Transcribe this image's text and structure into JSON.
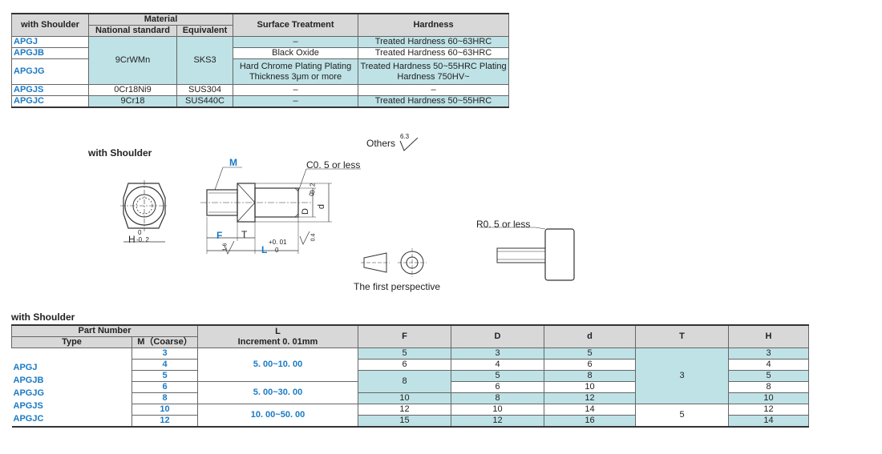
{
  "material_table": {
    "headers": {
      "type": "with Shoulder",
      "material": "Material",
      "national_standard": "National standard",
      "equivalent": "Equivalent",
      "surface_treatment": "Surface Treatment",
      "hardness": "Hardness"
    },
    "rows": [
      {
        "type": "APGJ",
        "surface": "–",
        "hardness": "Treated Hardness  60~63HRC"
      },
      {
        "type": "APGJB",
        "surface": "Black Oxide",
        "hardness": "Treated Hardness  60~63HRC"
      },
      {
        "type": "APGJG",
        "surface": "Hard Chrome Plating Plating Thickness 3μm or more",
        "hardness": "Treated Hardness  50~55HRC Plating Hardness  750HV~"
      },
      {
        "type": "APGJS",
        "national": "0Cr18Ni9",
        "equivalent": "SUS304",
        "surface": "–",
        "hardness": "–"
      },
      {
        "type": "APGJC",
        "national": "9Cr18",
        "equivalent": "SUS440C",
        "surface": "–",
        "hardness": "Treated Hardness  50~55HRC"
      }
    ],
    "shared_national": "9CrWMn",
    "shared_equivalent": "SKS3"
  },
  "drawing": {
    "title": "with Shoulder",
    "others_label": "Others",
    "others_roughness": "6.3",
    "label_m": "M",
    "chamfer": "C0. 5 or less",
    "radius": "R0. 5 or less",
    "label_f": "F",
    "label_t": "T",
    "label_l": "L",
    "label_d_upper": "D",
    "label_d_lower": "d",
    "label_h": "H",
    "tol_h_upper": "0",
    "tol_h_lower": "-0. 2",
    "tol_d_upper": "0",
    "tol_d_lower": "-0. 2",
    "tol_l_upper": "+0. 01",
    "tol_l_lower": "0",
    "roughness_small": "1.6",
    "roughness_small2": "0.4",
    "perspective": "The first perspective"
  },
  "dim_table": {
    "section_title": "with Shoulder",
    "headers": {
      "part_number": "Part Number",
      "l": "L",
      "l_sub": "Increment 0. 01mm",
      "type": "Type",
      "m": "M（Coarse）",
      "f": "F",
      "d_upper": "D",
      "d_lower": "d",
      "t": "T",
      "h": "H"
    },
    "types": [
      "APGJ",
      "APGJB",
      "APGJG",
      "APGJS",
      "APGJC"
    ],
    "l_ranges": [
      "5. 00~10. 00",
      "5. 00~30. 00",
      "10. 00~50. 00"
    ],
    "rows": [
      {
        "m": "3",
        "f": "5",
        "D": "3",
        "d": "5",
        "h": "3"
      },
      {
        "m": "4",
        "f": "6",
        "D": "4",
        "d": "6",
        "h": "4"
      },
      {
        "m": "5",
        "f": "8",
        "D": "5",
        "d": "8",
        "h": "5"
      },
      {
        "m": "6",
        "f": "",
        "D": "6",
        "d": "10",
        "h": "8"
      },
      {
        "m": "8",
        "f": "10",
        "D": "8",
        "d": "12",
        "h": "10"
      },
      {
        "m": "10",
        "f": "12",
        "D": "10",
        "d": "14",
        "h": "12"
      },
      {
        "m": "12",
        "f": "15",
        "D": "12",
        "d": "16",
        "h": "14"
      }
    ],
    "t_values": [
      "3",
      "5"
    ]
  }
}
